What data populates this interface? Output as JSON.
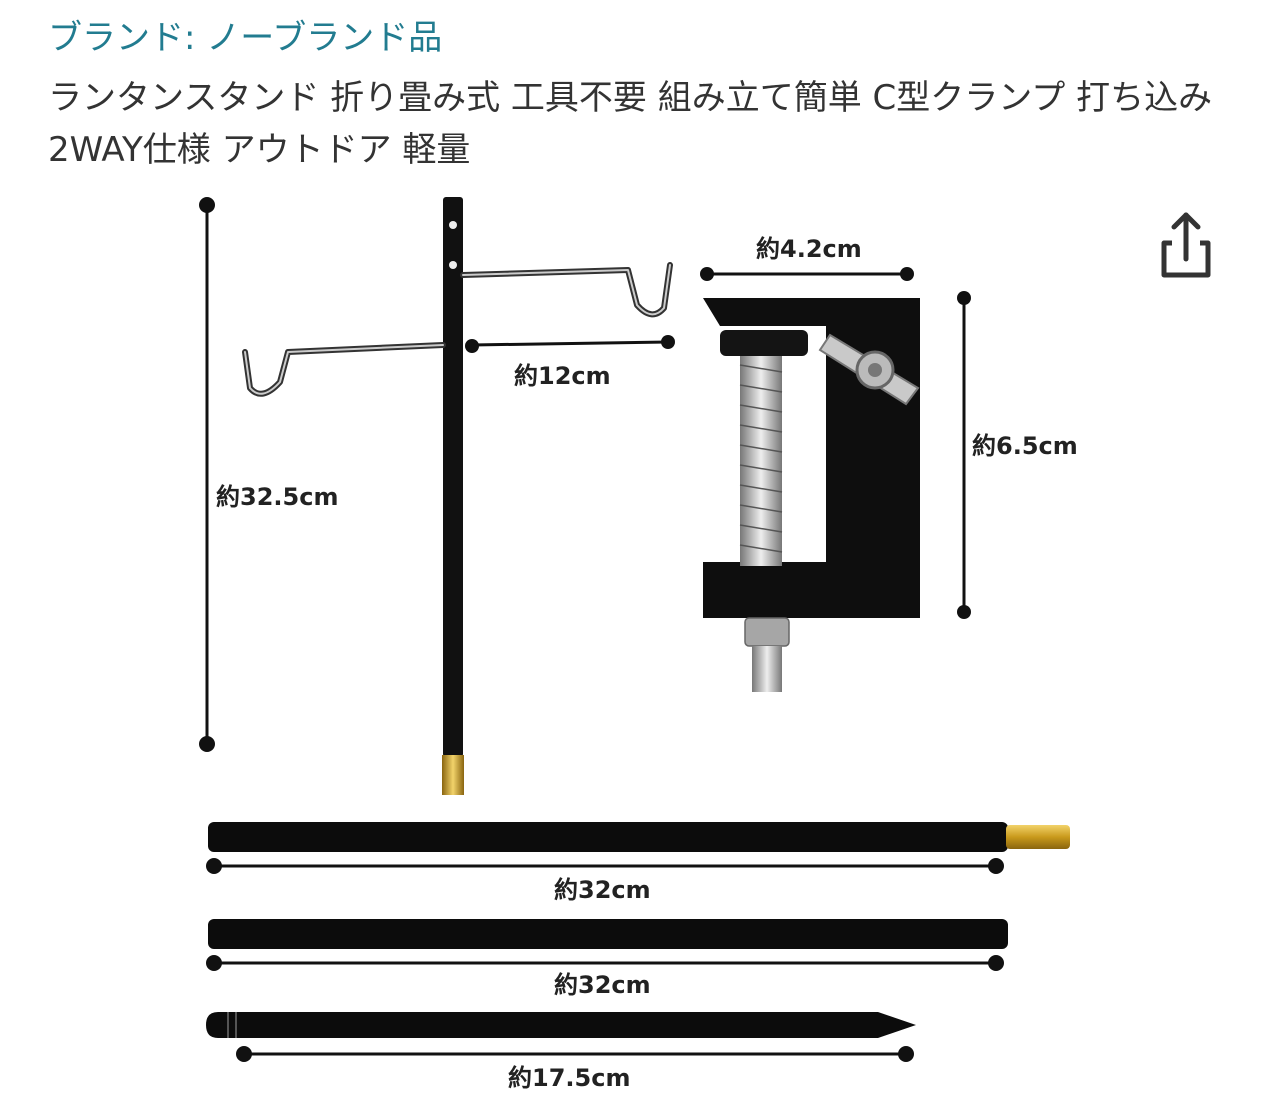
{
  "brand": {
    "text": "ブランド: ノーブランド品",
    "color": "#227c90"
  },
  "product": {
    "title": "ランタンスタンド 折り畳み式 工具不要 組み立て簡単 C型クランプ 打ち込み 2WAY仕様 アウトドア 軽量"
  },
  "share": {
    "icon": "share-icon"
  },
  "image": {
    "dimensions": {
      "pole_height": "約32.5cm",
      "hook_width": "約12cm",
      "clamp_width": "約4.2cm",
      "clamp_height": "約6.5cm",
      "extension_pole_1": "約32cm",
      "extension_pole_2": "約32cm",
      "stake_length": "約17.5cm"
    }
  }
}
